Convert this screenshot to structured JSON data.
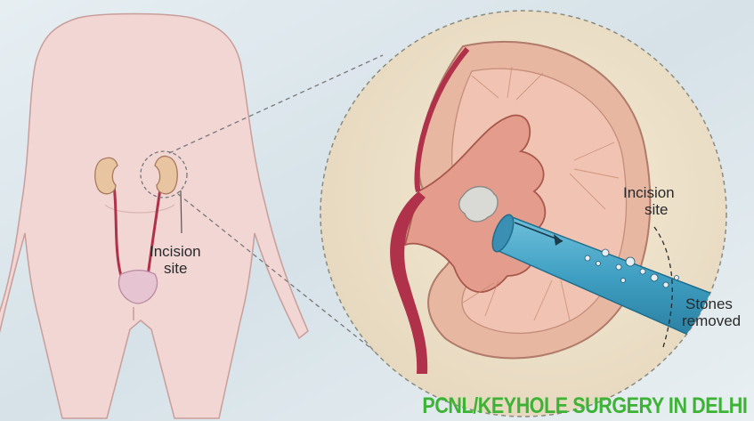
{
  "labels": {
    "body_incision": [
      "Incision",
      "site"
    ],
    "zoom_incision": [
      "Incision",
      "site"
    ],
    "stones": [
      "Stones",
      "removed"
    ]
  },
  "banner": "PCNL/KEYHOLE SURGERY IN DELHI",
  "colors": {
    "background": "#dfe8ec",
    "skin": "#f1d6d4",
    "kidney": "#e9b9a6",
    "vessel": "#b0314a",
    "zoom_circle": "#efe4cf",
    "scope": "#4aa6c8",
    "banner": "#3db335"
  }
}
